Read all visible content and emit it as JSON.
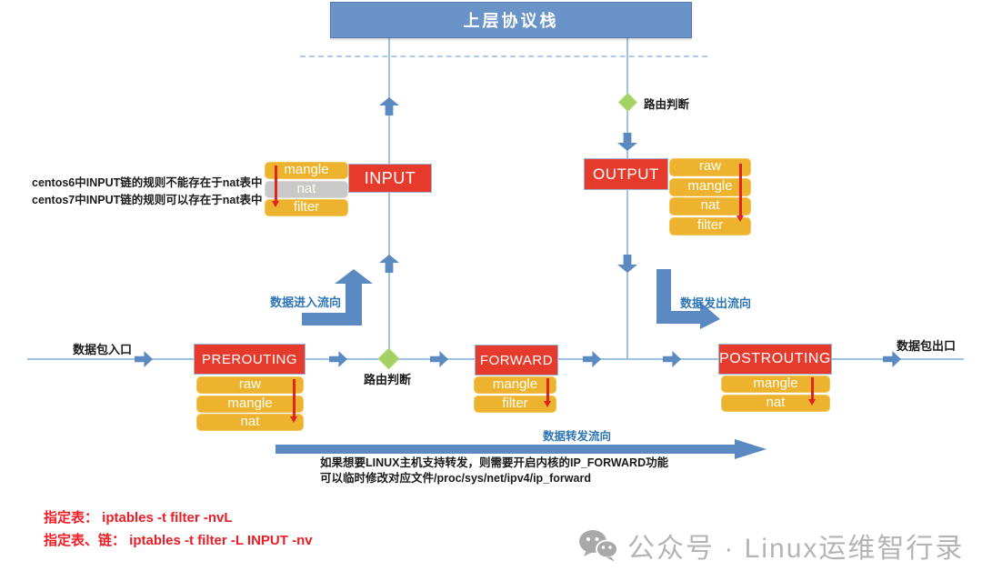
{
  "banner": {
    "label": "上层协议栈"
  },
  "labels": {
    "route_decision_top": "路由判断",
    "route_decision_bottom": "路由判断",
    "flow_in": "数据进入流向",
    "flow_out": "数据发出流向",
    "flow_forward": "数据转发流向",
    "packet_in": "数据包入口",
    "packet_out": "数据包出口"
  },
  "chains": {
    "input": {
      "label": "INPUT",
      "tables": [
        "mangle",
        "nat",
        "filter"
      ]
    },
    "output": {
      "label": "OUTPUT",
      "tables": [
        "raw",
        "mangle",
        "nat",
        "filter"
      ]
    },
    "prerouting": {
      "label": "PREROUTING",
      "tables": [
        "raw",
        "mangle",
        "nat"
      ]
    },
    "forward": {
      "label": "FORWARD",
      "tables": [
        "mangle",
        "filter"
      ]
    },
    "postrouting": {
      "label": "POSTROUTING",
      "tables": [
        "mangle",
        "nat"
      ]
    }
  },
  "notes": {
    "centos_line1": "centos6中INPUT链的规则不能存在于nat表中",
    "centos_line2": "centos7中INPUT链的规则可以存在于nat表中",
    "forward_line1": "如果想要LINUX主机支持转发，则需要开启内核的IP_FORWARD功能",
    "forward_line2": "可以临时修改对应文件/proc/sys/net/ipv4/ip_forward"
  },
  "commands": {
    "line1": "指定表： iptables -t filter -nvL",
    "line2": "指定表、链： iptables -t filter -L INPUT -nv"
  },
  "watermark": {
    "text": "公众号 · Linux运维智行录"
  },
  "colors": {
    "banner_blue": "#6a94c7",
    "chain_red": "#e63b2c",
    "table_yellow": "#edb32f",
    "table_gray": "#c9c9c9",
    "arrow_blue": "#5b8ac2",
    "line_blue": "#9dc3e6",
    "diamond_green": "#a3d162",
    "label_blue": "#2e75b6",
    "command_red": "#ee1c25",
    "red_arrow": "#e02420",
    "watermark_gray": "#b4b4b4"
  }
}
